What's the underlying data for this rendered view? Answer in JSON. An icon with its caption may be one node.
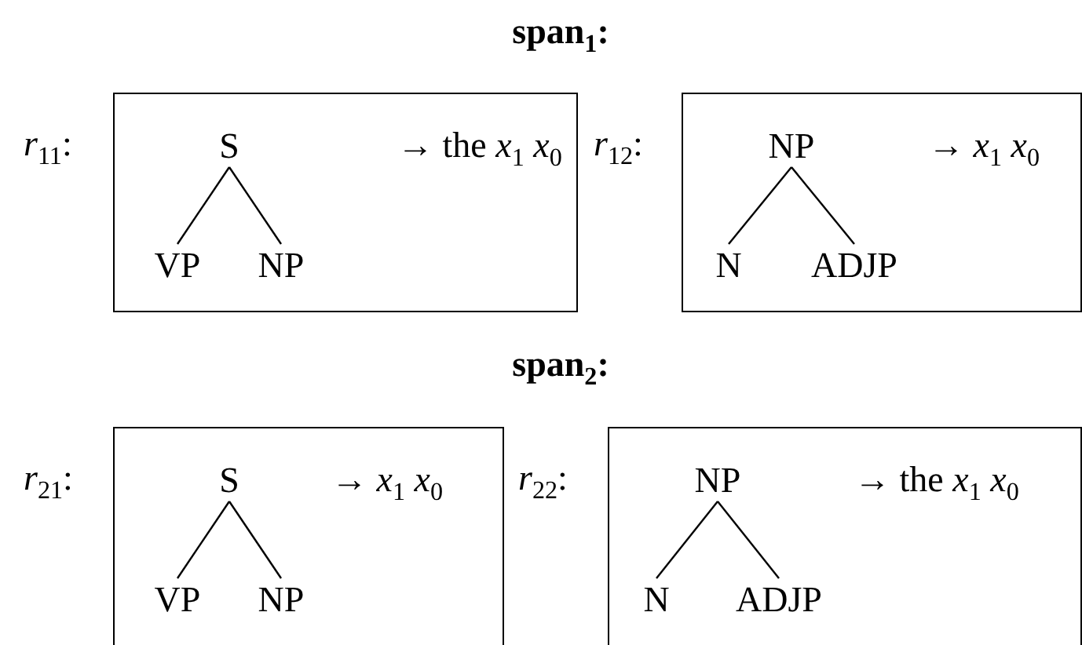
{
  "diagram": {
    "nodes": [
      {
        "text": [
          "→ the *x*$_{1}$ *x*$_{0}$"
        ],
        "beside": [
          "*r*$_{11}$:"
        ]
      },
      {
        "text": [
          "S"
        ],
        "in": 0
      },
      {
        "text": [
          "VP"
        ],
        "in": 0
      },
      {
        "text": [
          "NP"
        ],
        "in": 0
      },
      {
        "text": [
          "→ *x*$_{1}$ *x*$_{0}$"
        ],
        "beside": [
          "*r*$_{12}$:"
        ]
      },
      {
        "text": [
          "NP"
        ],
        "in": 4
      },
      {
        "text": [
          "N"
        ],
        "in": 4
      },
      {
        "text": [
          "ADJP"
        ],
        "in": 4
      },
      {
        "text": [
          "→ *x*$_{1}$ *x*$_{0}$"
        ],
        "beside": [
          "*r*$_{21}$:"
        ]
      },
      {
        "text": [
          "S"
        ],
        "in": 8
      },
      {
        "text": [
          "VP"
        ],
        "in": 8
      },
      {
        "text": [
          "NP"
        ],
        "in": 8
      },
      {
        "text": [
          "→ the *x*$_{1}$ *x*$_{0}$"
        ],
        "beside": [
          "*r*$_{22}$:"
        ]
      },
      {
        "text": [
          "NP"
        ],
        "in": 12
      },
      {
        "text": [
          "N"
        ],
        "in": 12
      },
      {
        "text": [
          "ADJP"
        ],
        "in": 12
      }
    ],
    "edges": [
      {
        "from": 1,
        "to": 2,
        "arrow": "none"
      },
      {
        "from": 1,
        "to": 3,
        "arrow": "none"
      },
      {
        "from": 5,
        "to": 6,
        "arrow": "none"
      },
      {
        "from": 5,
        "to": 7,
        "arrow": "none"
      },
      {
        "from": 9,
        "to": 10,
        "arrow": "none"
      },
      {
        "from": 9,
        "to": 11,
        "arrow": "none"
      },
      {
        "from": 13,
        "to": 14,
        "arrow": "none"
      },
      {
        "from": 13,
        "to": 15,
        "arrow": "none"
      }
    ],
    "labels": [
      "**span**$_{1}$:",
      "**span**$_{2}$:"
    ]
  }
}
